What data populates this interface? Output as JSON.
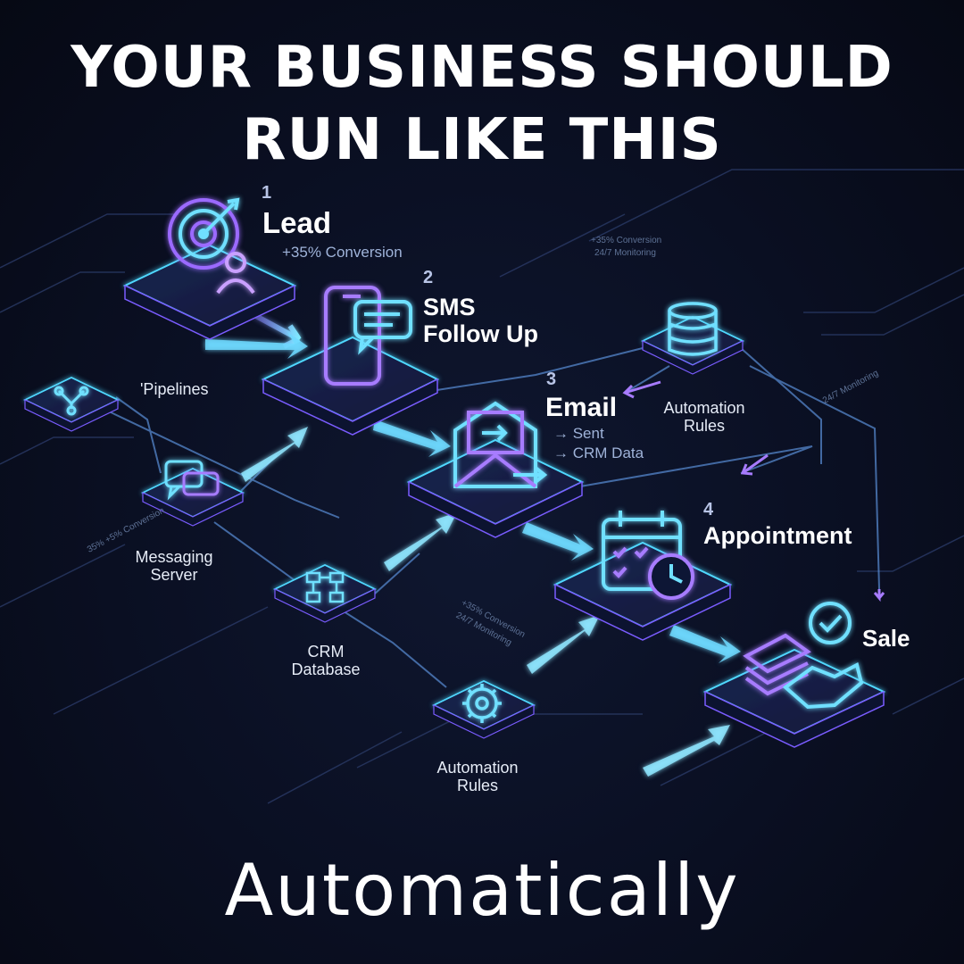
{
  "header": {
    "line1": "YOUR BUSINESS SHOULD",
    "line2": "RUN LIKE THIS"
  },
  "footer": {
    "text": "Automatically"
  },
  "steps": [
    {
      "number": "1",
      "title": "Lead",
      "detail": "+35% Conversion",
      "icon": "target-user-icon"
    },
    {
      "number": "2",
      "title_line1": "SMS",
      "title_line2": "Follow Up",
      "icon": "phone-chat-icon"
    },
    {
      "number": "3",
      "title": "Email",
      "detail1": "→ Sent",
      "detail2": "→ CRM Data",
      "icon": "envelope-icon"
    },
    {
      "number": "4",
      "title": "Appointment",
      "icon": "calendar-clock-icon"
    },
    {
      "title": "Sale",
      "icon": "money-handshake-icon"
    }
  ],
  "side_nodes": {
    "pipelines": "'Pipelines",
    "messaging_line1": "Messaging",
    "messaging_line2": "Server",
    "crm_line1": "CRM",
    "crm_line2": "Database",
    "automation_top_line1": "Automation",
    "automation_top_line2": "Rules",
    "automation_bottom_line1": "Automation",
    "automation_bottom_line2": "Rules"
  },
  "micro_text": {
    "top_right_1": "+35% Conversion",
    "top_right_2": "24/7 Monitoring",
    "right_monitoring": "24/7 Monitoring",
    "center_1": "+35% Conversion",
    "center_2": "24/7 Monitoring",
    "left_conv": "35% +5% Conversion"
  },
  "colors": {
    "cyan": "#4fd8ff",
    "violet": "#a77bff",
    "panel": "#141c3a"
  }
}
